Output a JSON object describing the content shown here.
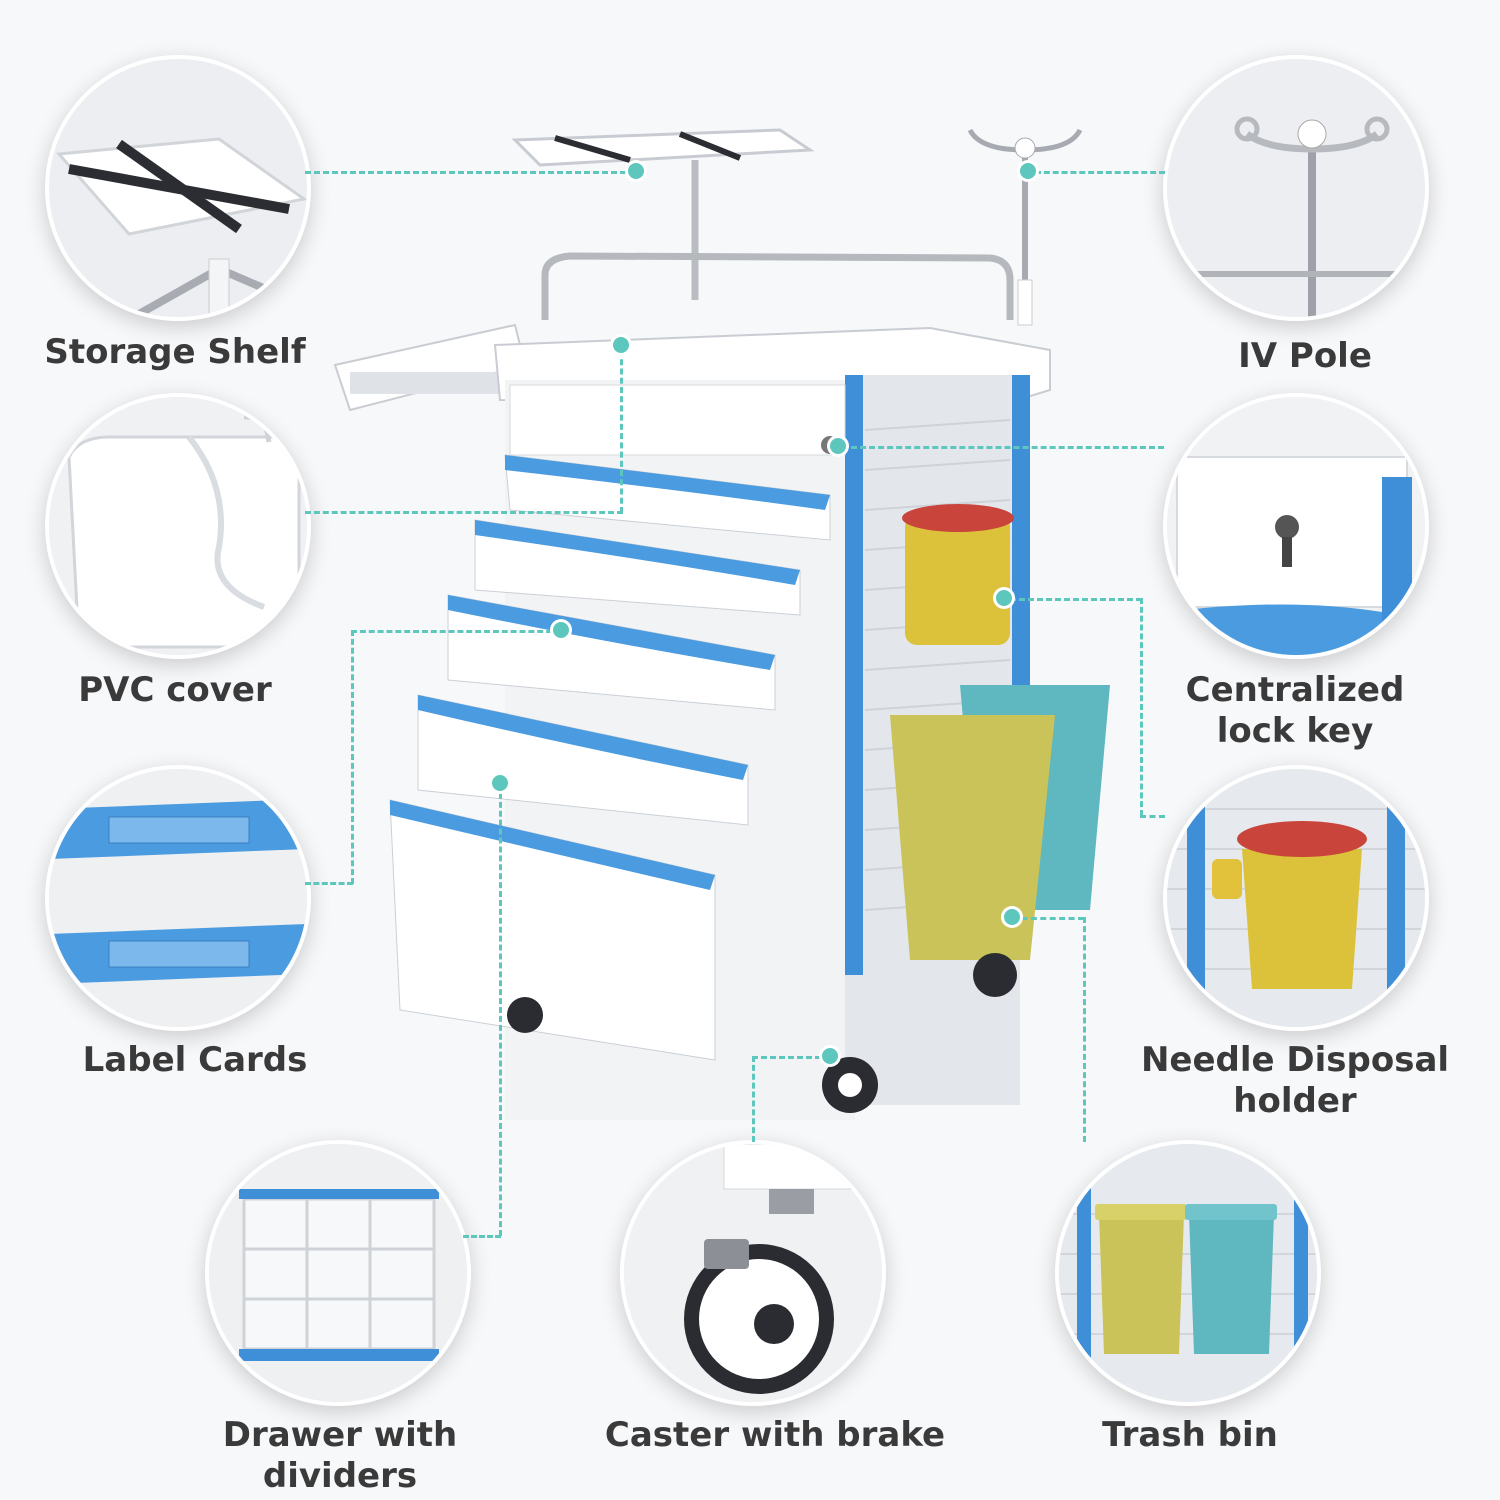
{
  "features": {
    "storage_shelf": "Storage Shelf",
    "iv_pole": "IV Pole",
    "pvc_cover": "PVC cover",
    "centralized_lock_key_line1": "Centralized",
    "centralized_lock_key_line2": "lock key",
    "label_cards": "Label Cards",
    "needle_disposal_line1": "Needle Disposal",
    "needle_disposal_line2": "holder",
    "drawer_dividers": "Drawer with dividers",
    "caster_brake": "Caster with brake",
    "trash_bin": "Trash bin"
  },
  "colors": {
    "accent_blue": "#3f8ed8",
    "guide_teal": "#5ec7bd",
    "bin_yellow": "#c9c35a",
    "bin_teal": "#5fb7c0",
    "sharps_yellow": "#dcc23a",
    "sharps_red": "#c9443a"
  }
}
